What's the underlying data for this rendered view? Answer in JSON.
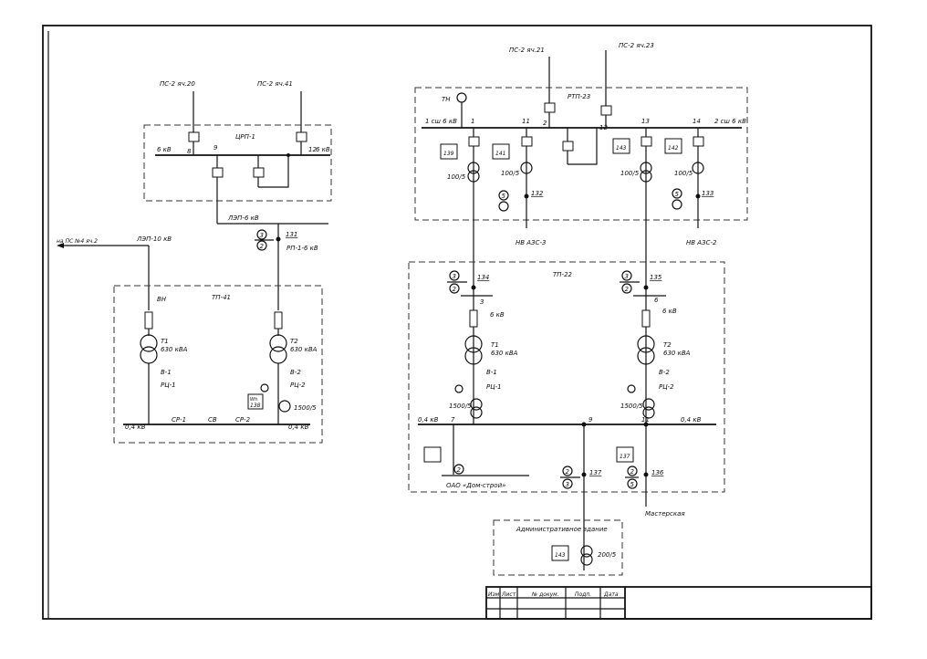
{
  "feeders": {
    "ps2_20": "ПС-2 яч.20",
    "ps2_41": "ПС-2 яч.41",
    "ps2_21": "ПС-2 яч.21",
    "ps2_23": "ПС-2 яч.23"
  },
  "crp": {
    "title": "ЦРП-1",
    "v6": "6 кВ",
    "c8": "8",
    "c9": "9",
    "c12": "12",
    "v6r": "6 кВ"
  },
  "lines": {
    "lep6": "ЛЭП-6 кВ",
    "lep10": "ЛЭП-10 кВ",
    "to_ps": "на ПС №4 яч.2",
    "rp1": "РП-1-6 кВ"
  },
  "tp41": {
    "title": "ТП-41",
    "vn": "ВН",
    "t1": "Т1",
    "t1_kva": "630 кВА",
    "v1": "В-1",
    "rd1": "РЦ-1",
    "t2": "Т2",
    "t2_kva": "630 кВА",
    "v2": "В-2",
    "rd2": "РЦ-2",
    "meter": "Wh",
    "meter_no": "138",
    "ct": "1500/5",
    "bus_l": "0,4 кВ",
    "bus_r": "0,4 кВ",
    "sr1": "СР-1",
    "sv": "СВ",
    "sr2": "СР-2"
  },
  "markers": {
    "m3": "3",
    "m2": "2",
    "n131": "131",
    "n132": "132",
    "n133": "133",
    "n134": "134",
    "n135": "135",
    "n136": "136",
    "n137": "137",
    "m5": "5",
    "m6": "6"
  },
  "rtp": {
    "title": "РТП-23",
    "tn": "ТН",
    "sec1": "1 сш 6 кВ",
    "sec2": "2 сш 6 кВ",
    "c1": "1",
    "c11": "11",
    "c2": "2",
    "c12": "12",
    "c13": "13",
    "c14": "14",
    "meters": [
      "139",
      "141",
      "143",
      "142"
    ],
    "ct": "100/5",
    "nv1": "НВ АЗС-3",
    "nv2": "НВ АЗС-2"
  },
  "tp22": {
    "title": "ТП-22",
    "n3": "3",
    "n6": "6",
    "v6a": "6 кВ",
    "v6b": "6 кВ",
    "t1": "Т1",
    "t1_kva": "630 кВА",
    "t2": "Т2",
    "t2_kva": "630 кВА",
    "v1": "В-1",
    "rd1": "РЦ-1",
    "v2": "В-2",
    "rd2": "РЦ-2",
    "ct": "1500/5",
    "bus_l": "0,4 кВ",
    "bus_r": "0,4 кВ",
    "s7": "7",
    "s9": "9",
    "s11": "11",
    "m_lower": [
      "",
      "137"
    ],
    "org": "ОАО «Дом-строй»",
    "workshop": "Мастерская"
  },
  "admin": {
    "title": "Административное здание",
    "meter": "143",
    "ct": "200/5"
  },
  "stamp": {
    "izm": "Изм",
    "list": "Лист",
    "doc": "№ докум.",
    "sign": "Подп.",
    "date": "Дата"
  }
}
